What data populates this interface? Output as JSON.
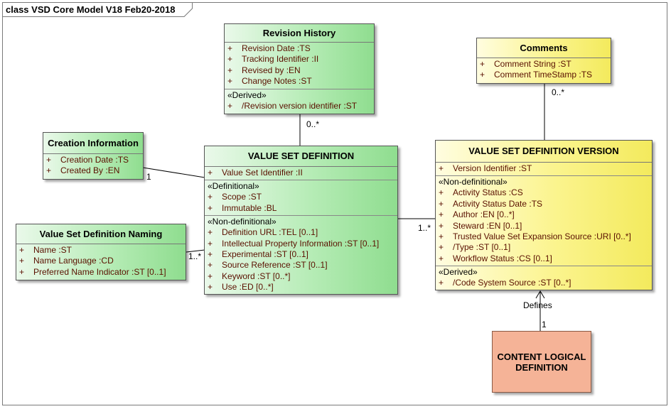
{
  "diagram": {
    "title": "class VSD Core Model V18 Feb20-2018"
  },
  "classes": {
    "revision_history": {
      "title": "Revision History",
      "sections": [
        {
          "stereotype": "",
          "attributes": [
            {
              "vis": "+",
              "text": "Revision Date  :TS"
            },
            {
              "vis": "+",
              "text": "Tracking Identifier  :II"
            },
            {
              "vis": "+",
              "text": "Revised by  :EN"
            },
            {
              "vis": "+",
              "text": "Change Notes  :ST"
            }
          ]
        },
        {
          "stereotype": "«Derived»",
          "attributes": [
            {
              "vis": "+",
              "text": "/Revision version identifier  :ST"
            }
          ]
        }
      ]
    },
    "comments": {
      "title": "Comments",
      "sections": [
        {
          "stereotype": "",
          "attributes": [
            {
              "vis": "+",
              "text": "Comment String  :ST"
            },
            {
              "vis": "+",
              "text": "Comment TimeStamp  :TS"
            }
          ]
        }
      ]
    },
    "creation_information": {
      "title": "Creation Information",
      "sections": [
        {
          "stereotype": "",
          "attributes": [
            {
              "vis": "+",
              "text": "Creation Date  :TS"
            },
            {
              "vis": "+",
              "text": "Created By  :EN"
            }
          ]
        }
      ]
    },
    "value_set_definition": {
      "title": "VALUE SET DEFINITION",
      "sections": [
        {
          "stereotype": "",
          "attributes": [
            {
              "vis": "+",
              "text": "Value Set Identifier  :II"
            }
          ]
        },
        {
          "stereotype": "«Definitional»",
          "attributes": [
            {
              "vis": "+",
              "text": "Scope  :ST"
            },
            {
              "vis": "+",
              "text": "Immutable  :BL"
            }
          ]
        },
        {
          "stereotype": "«Non-definitional»",
          "attributes": [
            {
              "vis": "+",
              "text": "Definition URL  :TEL [0..1]"
            },
            {
              "vis": "+",
              "text": "Intellectual Property Information  :ST [0..1]"
            },
            {
              "vis": "+",
              "text": "Experimental  :ST [0..1]"
            },
            {
              "vis": "+",
              "text": "Source Reference  :ST [0..1]"
            },
            {
              "vis": "+",
              "text": "Keyword  :ST [0..*]"
            },
            {
              "vis": "+",
              "text": "Use  :ED [0..*]"
            }
          ]
        }
      ]
    },
    "value_set_definition_naming": {
      "title": "Value Set Definition Naming",
      "sections": [
        {
          "stereotype": "",
          "attributes": [
            {
              "vis": "+",
              "text": "Name  :ST"
            },
            {
              "vis": "+",
              "text": "Name Language  :CD"
            },
            {
              "vis": "+",
              "text": "Preferred Name Indicator  :ST [0..1]"
            }
          ]
        }
      ]
    },
    "value_set_definition_version": {
      "title": "VALUE SET DEFINITION VERSION",
      "sections": [
        {
          "stereotype": "",
          "attributes": [
            {
              "vis": "+",
              "text": "Version Identifier  :ST"
            }
          ]
        },
        {
          "stereotype": "«Non-definitional»",
          "attributes": [
            {
              "vis": "+",
              "text": "Activity Status  :CS"
            },
            {
              "vis": "+",
              "text": "Activity Status Date  :TS"
            },
            {
              "vis": "+",
              "text": "Author  :EN [0..*]"
            },
            {
              "vis": "+",
              "text": "Steward  :EN [0..1]"
            },
            {
              "vis": "+",
              "text": "Trusted Value Set Expansion Source  :URI [0..*]"
            },
            {
              "vis": "+",
              "text": "/Type  :ST [0..1]"
            },
            {
              "vis": "+",
              "text": "Workflow Status  :CS [0..1]"
            }
          ]
        },
        {
          "stereotype": "«Derived»",
          "attributes": [
            {
              "vis": "+",
              "text": "/Code System Source  :ST [0..*]"
            }
          ]
        }
      ]
    },
    "content_logical_definition": {
      "title_line1": "CONTENT LOGICAL",
      "title_line2": "DEFINITION"
    }
  },
  "multiplicities": {
    "revision_to_vsd": "0..*",
    "comments_to_vsdv": "0..*",
    "creation_to_vsd": "1",
    "naming_to_vsd": "1..*",
    "vsd_to_vsdv": "1..*",
    "content_to_vsdv": "1"
  },
  "association_labels": {
    "defines": "Defines"
  },
  "colors": {
    "green_class": "#b6ecb6",
    "yellow_class": "#fbf48e",
    "salmon_class": "#f5b397",
    "attribute_text": "#5a1000"
  }
}
